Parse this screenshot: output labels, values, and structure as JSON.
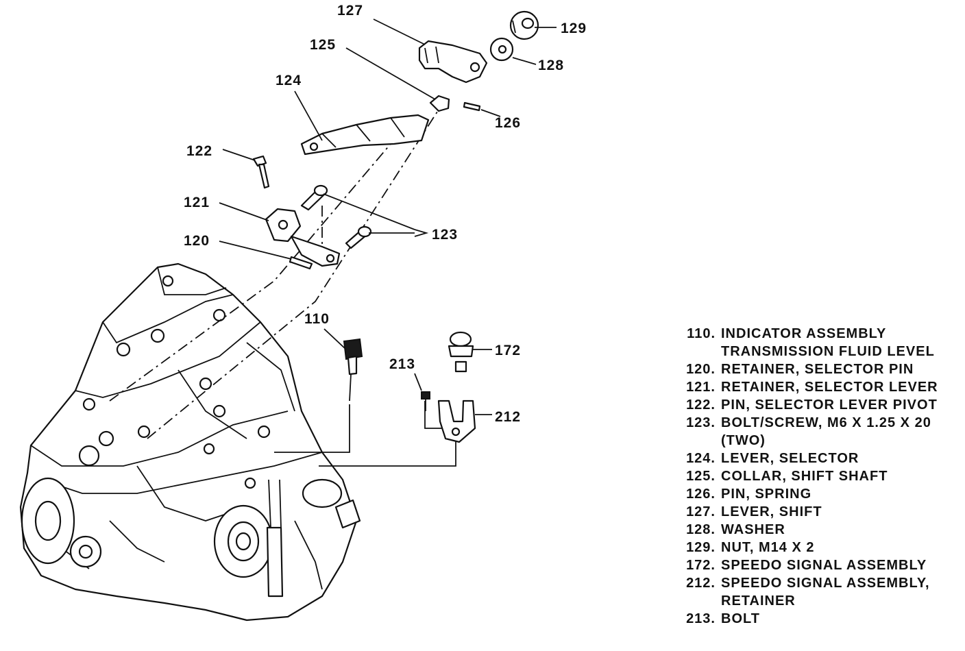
{
  "callouts": {
    "c110": "110",
    "c120": "120",
    "c121": "121",
    "c122": "122",
    "c123": "123",
    "c124": "124",
    "c125": "125",
    "c126": "126",
    "c127": "127",
    "c128": "128",
    "c129": "129",
    "c172": "172",
    "c212": "212",
    "c213": "213"
  },
  "legend": [
    {
      "num": "110.",
      "lines": [
        "INDICATOR ASSEMBLY",
        "TRANSMISSION FLUID LEVEL"
      ]
    },
    {
      "num": "120.",
      "lines": [
        "RETAINER, SELECTOR PIN"
      ]
    },
    {
      "num": "121.",
      "lines": [
        "RETAINER, SELECTOR LEVER"
      ]
    },
    {
      "num": "122.",
      "lines": [
        "PIN, SELECTOR LEVER PIVOT"
      ]
    },
    {
      "num": "123.",
      "lines": [
        "BOLT/SCREW, M6 X 1.25 X 20",
        "(TWO)"
      ]
    },
    {
      "num": "124.",
      "lines": [
        "LEVER, SELECTOR"
      ]
    },
    {
      "num": "125.",
      "lines": [
        "COLLAR, SHIFT SHAFT"
      ]
    },
    {
      "num": "126.",
      "lines": [
        "PIN, SPRING"
      ]
    },
    {
      "num": "127.",
      "lines": [
        "LEVER, SHIFT"
      ]
    },
    {
      "num": "128.",
      "lines": [
        "WASHER"
      ]
    },
    {
      "num": "129.",
      "lines": [
        "NUT, M14 X 2"
      ]
    },
    {
      "num": "172.",
      "lines": [
        "SPEEDO SIGNAL ASSEMBLY"
      ]
    },
    {
      "num": "212.",
      "lines": [
        "SPEEDO SIGNAL ASSEMBLY,",
        "RETAINER"
      ]
    },
    {
      "num": "213.",
      "lines": [
        "BOLT"
      ]
    }
  ]
}
